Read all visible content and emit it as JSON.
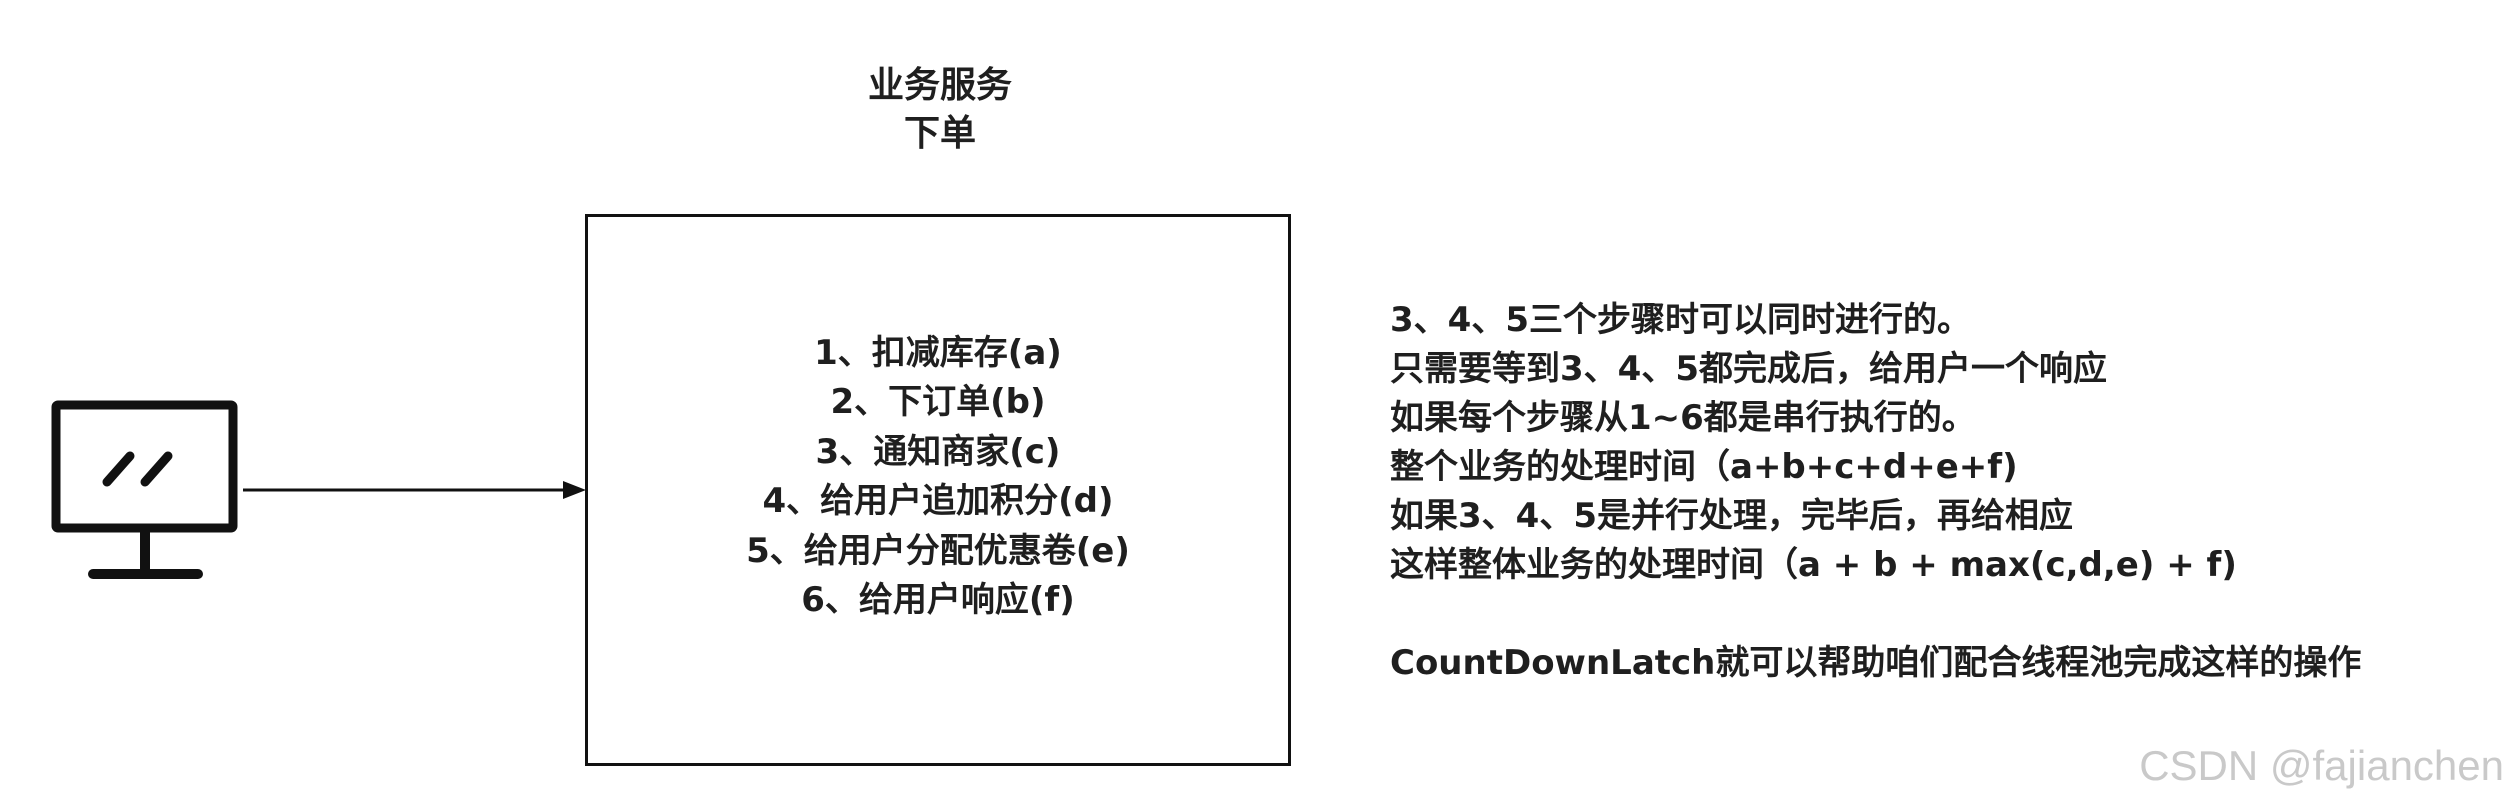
{
  "service": {
    "title_line1": "业务服务",
    "title_line2": "下单",
    "steps": [
      "1、扣减库存(a)",
      "2、下订单(b)",
      "3、通知商家(c)",
      "4、给用户追加积分(d)",
      "5、给用户分配优惠卷(e)",
      "6、给用户响应(f)"
    ]
  },
  "notes": [
    "3、4、5三个步骤时可以同时进行的。",
    "只需要等到3、4、5都完成后，给用户一个响应",
    "如果每个步骤从1~6都是串行执行的。",
    "整个业务的处理时间（a+b+c+d+e+f)",
    "如果3、4、5是并行处理，完毕后，再给相应",
    "这样整体业务的处理时间（a + b + max(c,d,e) + f)",
    "",
    "CountDownLatch就可以帮助咱们配合线程池完成这样的操作"
  ],
  "icons": {
    "client": "monitor-icon"
  },
  "colors": {
    "stroke": "#111111",
    "text": "#1f1f1f",
    "watermark": "#c9c9c9"
  },
  "watermark": "CSDN @fajianchen"
}
